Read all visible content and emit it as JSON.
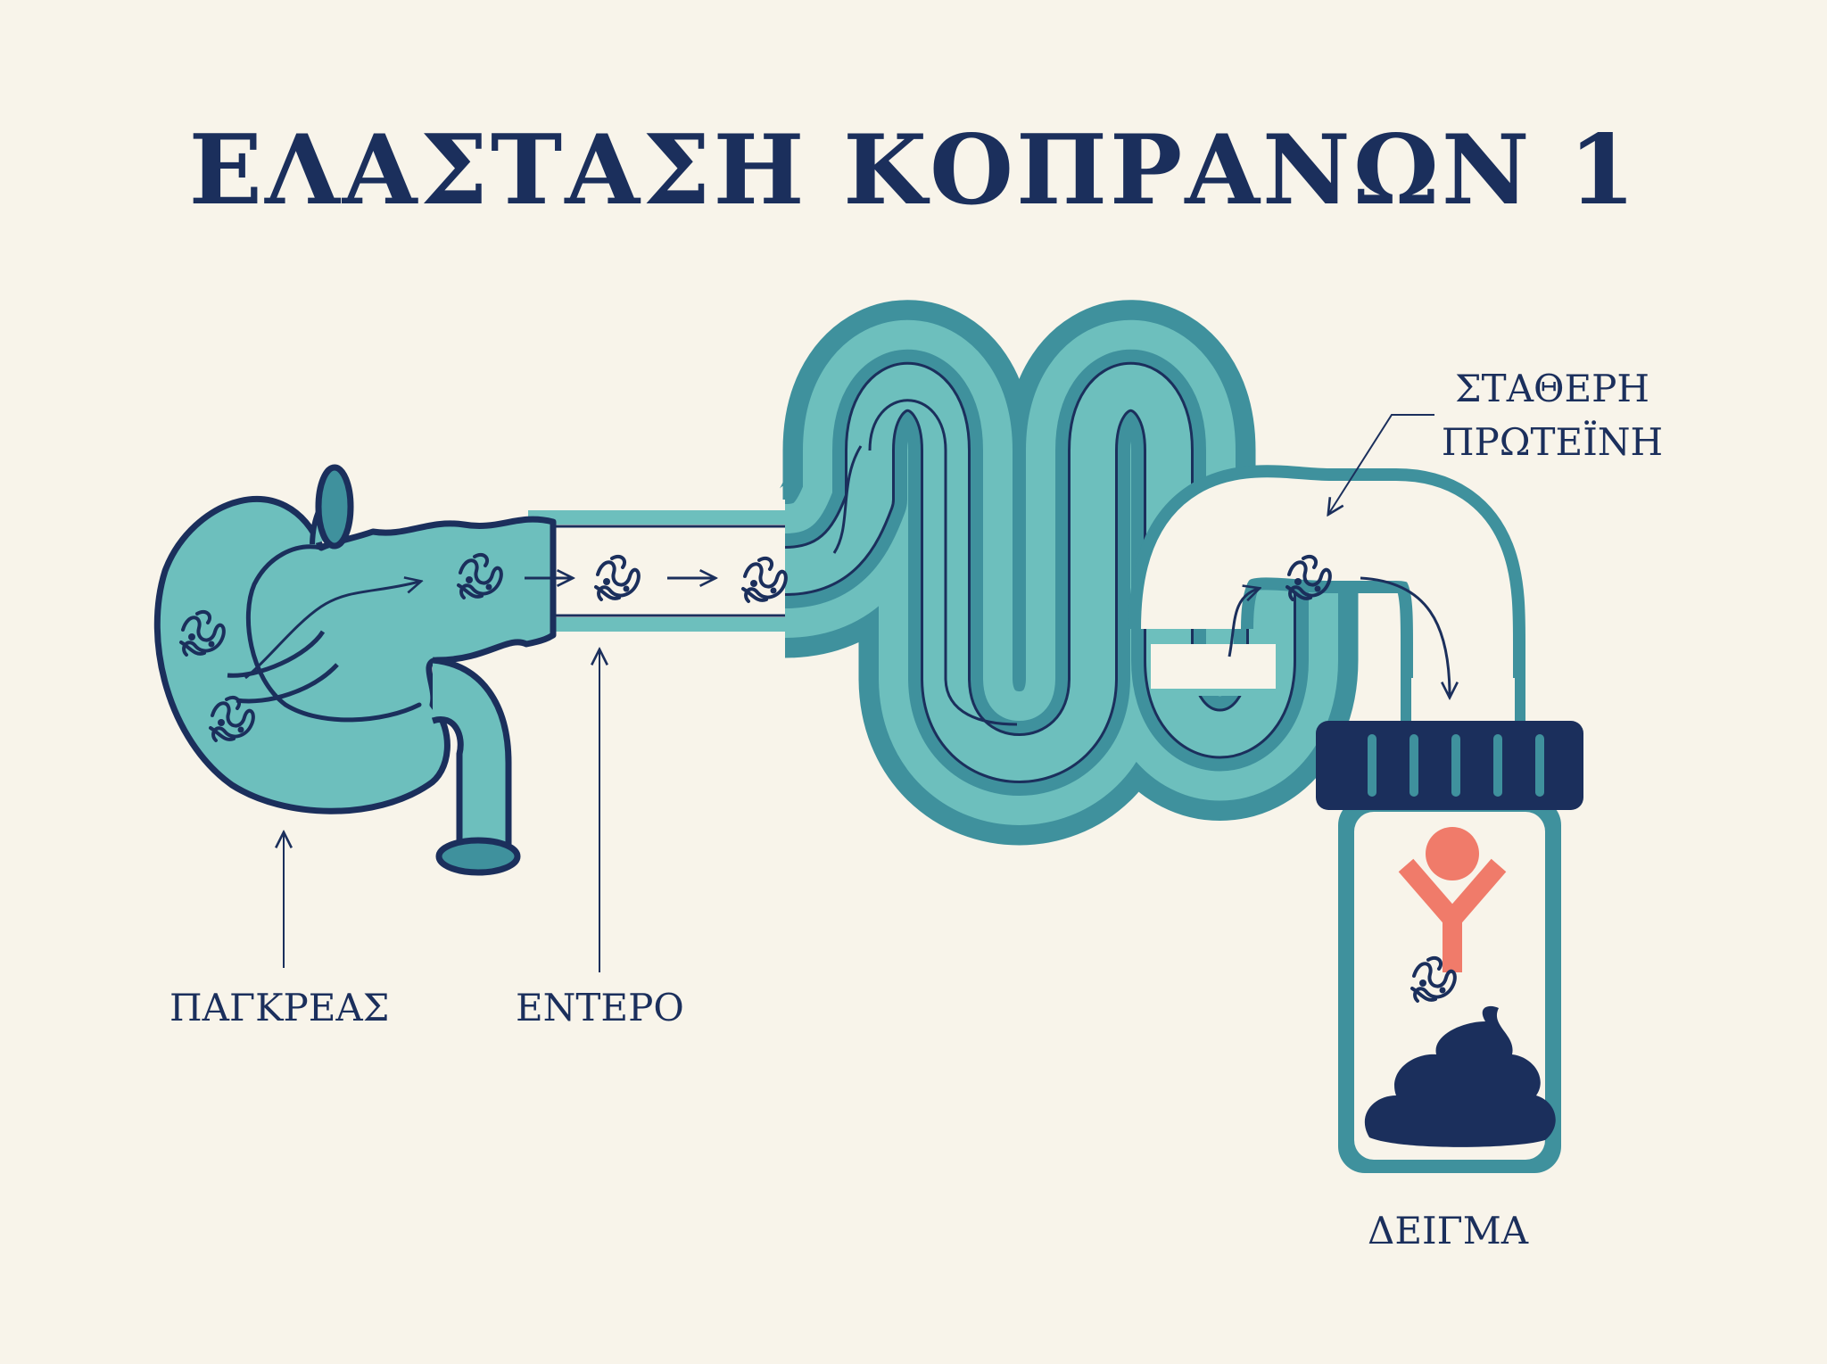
{
  "title": "ΕΛΑΣΤΑΣΗ ΚΟΠΡΑΝΩΝ 1",
  "labels": {
    "pancreas": "ΠΑΓΚΡΕΑΣ",
    "intestine": "ΕΝΤΕΡΟ",
    "stable_protein_line1": "ΣΤΑΘΕΡΗ",
    "stable_protein_line2": "ΠΡΩΤΕΪΝΗ",
    "sample": "ΔΕΙΓΜΑ"
  },
  "colors": {
    "background": "#f8f4ea",
    "navy": "#1b2f5c",
    "teal_light": "#6dbfbd",
    "teal_dark": "#3f919d",
    "antibody": "#f07b6a"
  },
  "icons": [
    "enzyme-molecule-icon",
    "antibody-icon",
    "stool-icon",
    "sample-jar-icon",
    "arrow-icon"
  ]
}
